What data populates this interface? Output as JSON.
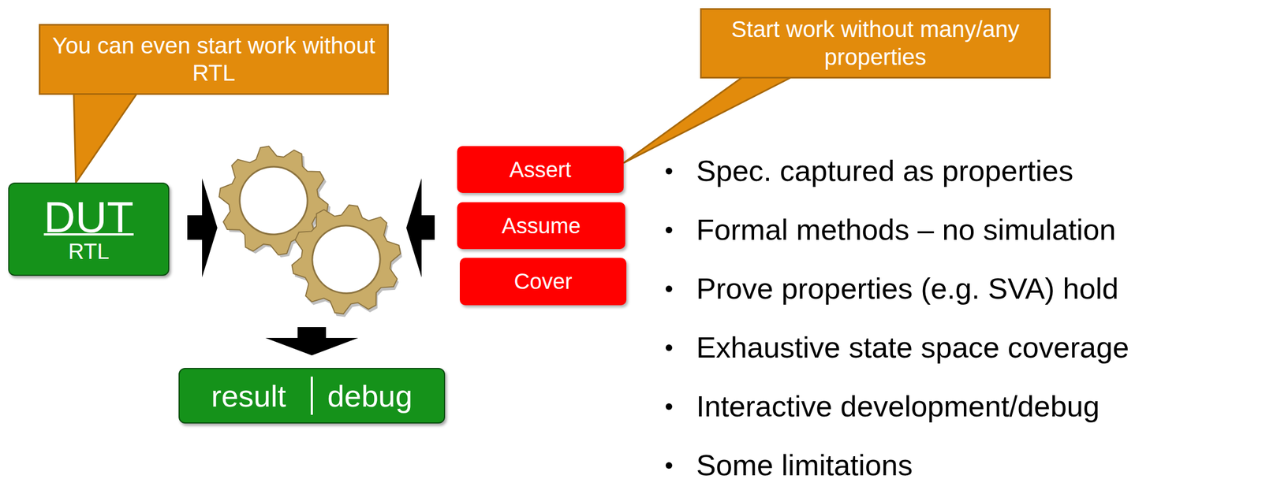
{
  "diagram": {
    "nodes": [
      {
        "text": [
          "You can even start work without RTL"
        ]
      },
      {
        "text": [
          "DUT",
          "RTL"
        ]
      },
      {
        "text": [
          "result",
          "debug"
        ]
      },
      {
        "text": [
          "Assert"
        ]
      },
      {
        "text": [
          "Assume"
        ]
      },
      {
        "text": [
          "Cover"
        ]
      },
      {
        "text": [
          "Start work without many/any properties"
        ]
      }
    ],
    "edges": [
      {
        "from": 0,
        "to": 1,
        "arrow": "none"
      },
      {
        "from": 6,
        "to": 3,
        "arrow": "none"
      }
    ],
    "labels": [
      "Spec. captured as properties",
      "Formal methods – no simulation",
      "Prove properties (e.g. SVA) hold",
      "Exhaustive state space coverage",
      "Interactive development/debug",
      "Some limitations"
    ]
  }
}
